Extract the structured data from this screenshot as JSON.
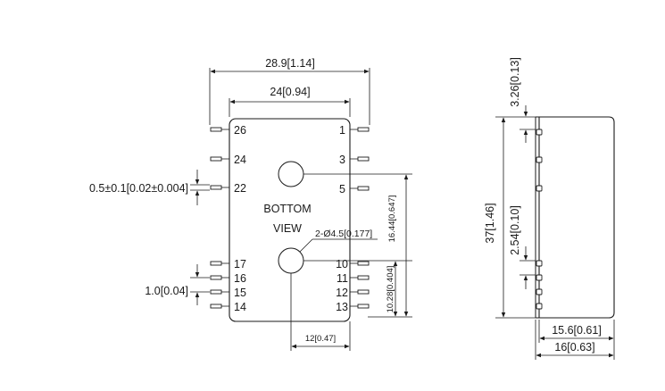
{
  "diagram": {
    "bottom_view": {
      "title_line1": "BOTTOM",
      "title_line2": "VIEW",
      "pins_left": [
        "26",
        "24",
        "22",
        "17",
        "16",
        "15",
        "14"
      ],
      "pins_right": [
        "1",
        "3",
        "5",
        "10",
        "11",
        "12",
        "13"
      ],
      "hole_callout": "2-Ø4.5[0.177]"
    },
    "dimensions": {
      "overall_width": "28.9[1.14]",
      "body_width": "24[0.94]",
      "pin_width": "0.5±0.1[0.02±0.004]",
      "pin_pitch": "1.0[0.04]",
      "hole_spacing_horizontal": "12[0.47]",
      "hole1_to_bottom": "16.44[0.647]",
      "hole2_to_bottom": "10.28[0.404]",
      "body_height": "37[1.46]",
      "pin_length": "3.26[0.13]",
      "side_pin_pitch": "2.54[0.10]",
      "side_body_depth": "15.6[0.61]",
      "side_total_depth": "16[0.63]"
    }
  }
}
